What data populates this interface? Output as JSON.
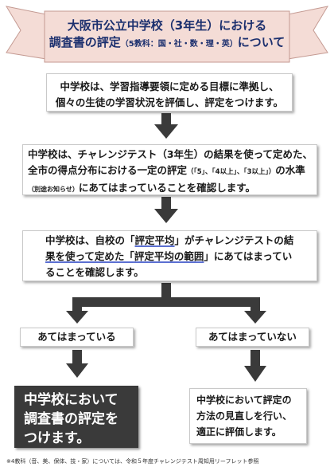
{
  "colors": {
    "banner_fill": "#f4dcd6",
    "banner_stroke": "#c49a92",
    "title_text": "#1b2f6e",
    "arrow": "#3a3a3a",
    "dark_box": "#3a3a3a",
    "highlight": "#5b6fd1"
  },
  "banner": {
    "line1": "大阪市公立中学校（3年生）における",
    "line2_main": "調査書の評定",
    "line2_sub": "（5教科：国・社・数・理・英）",
    "line2_end": "について"
  },
  "step1": {
    "line1": "中学校は、学習指導要領に定める目標に準拠し、",
    "line2": "個々の生徒の学習状況を評価し、評定をつけます。"
  },
  "step2": {
    "line1": "中学校は、チャレンジテスト（3年生）の結果を使って定めた、",
    "line2_a": "全市の得点分布における一定の評定",
    "line2_b": "（「5」、「4以上」、「3以上」）",
    "line2_c": "の水準",
    "line3_a": "（別途お知らせ）",
    "line3_b": "にあてはまっていることを確認します。"
  },
  "step3": {
    "line1_a": "中学校は、自校の「",
    "line1_b": "評定平均",
    "line1_c": "」がチャレンジテストの結",
    "line2_a": "果を使って定めた「",
    "line2_b": "評定平均の範囲",
    "line2_c": "」にあてはまってい",
    "line3": "ることを確認します。"
  },
  "branch_yes": "あてはまっている",
  "branch_no": "あてはまっていない",
  "result_yes": {
    "line1": "中学校において",
    "line2": "調査書の評定を",
    "line3": "つけます。"
  },
  "result_no": {
    "line1": "中学校において評定の",
    "line2": "方法の見直しを行い、",
    "line3": "適正に評価します。"
  },
  "footnote": "※4教科（音、美、保体、技・家）については、令和５年度チャレンジテスト周知用リーフレット参照"
}
